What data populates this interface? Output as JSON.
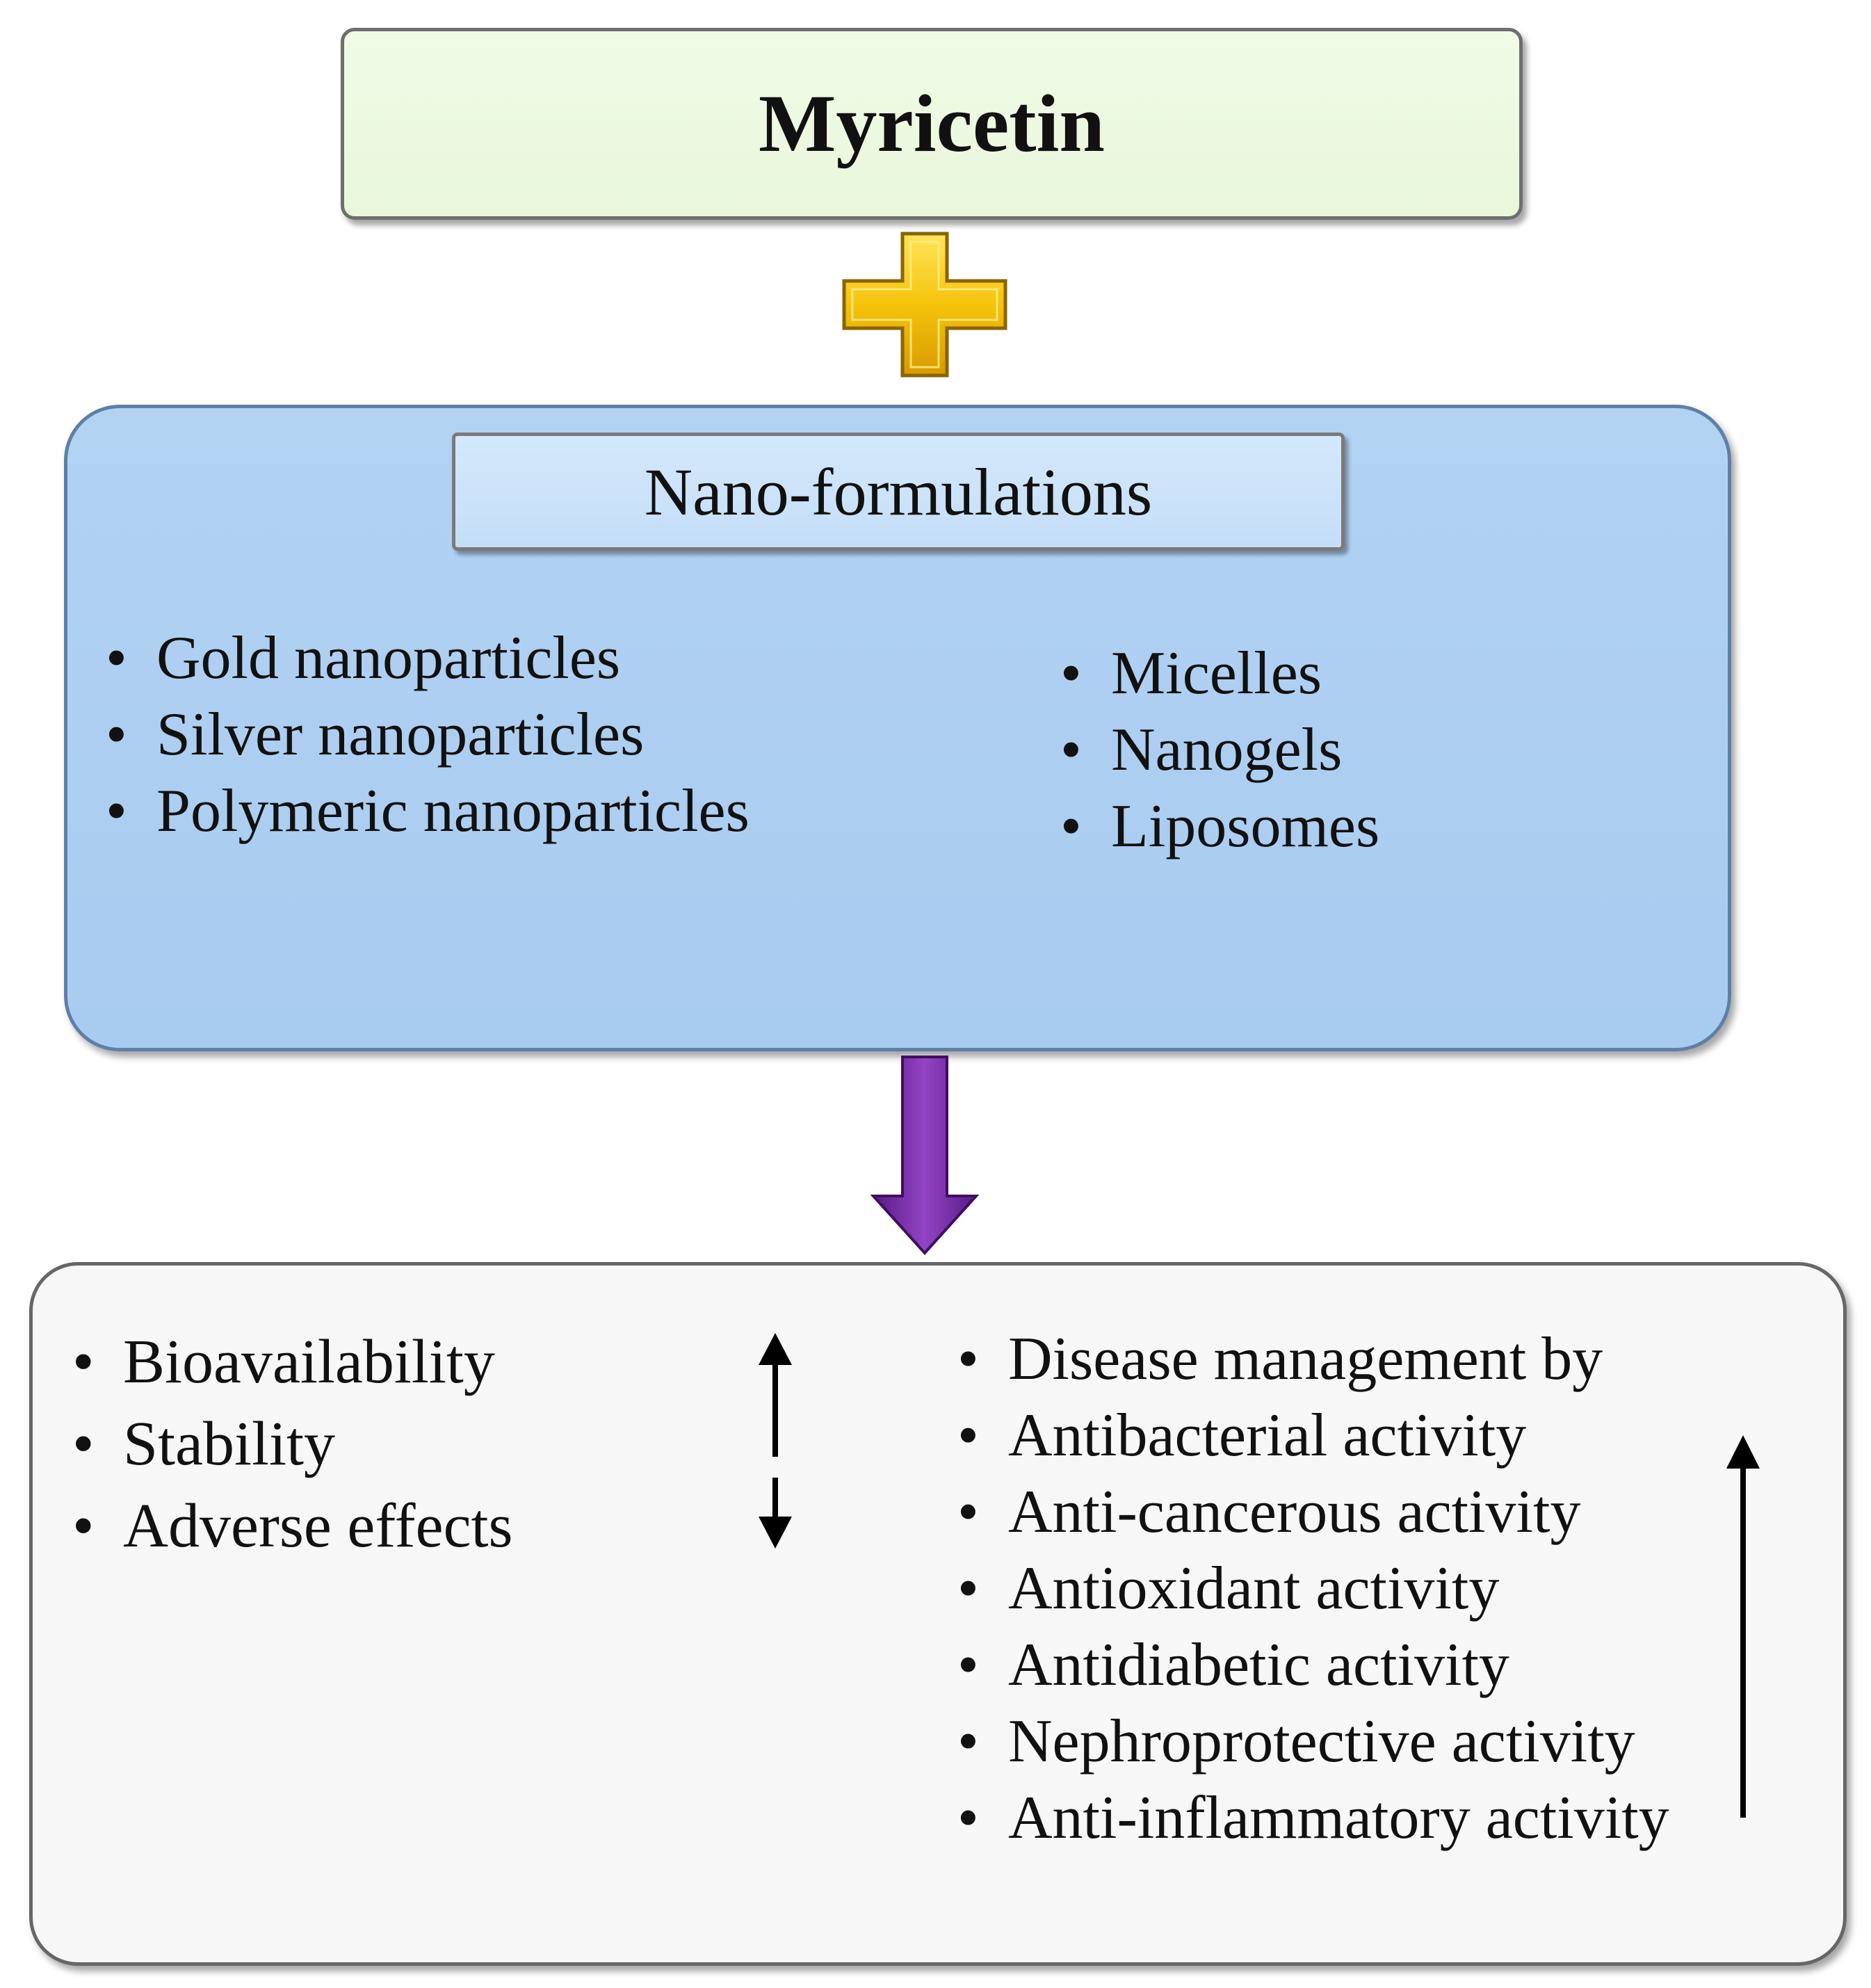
{
  "title": "Myricetin",
  "nano": {
    "header": "Nano-formulations",
    "left_items": [
      "Gold nanoparticles",
      "Silver nanoparticles",
      "Polymeric nanoparticles"
    ],
    "right_items": [
      "Micelles",
      "Nanogels",
      "Liposomes"
    ]
  },
  "outcomes": {
    "left_items": [
      "Bioavailability",
      "Stability",
      "Adverse effects"
    ],
    "right_items": [
      "Disease management by",
      "Antibacterial activity",
      "Anti-cancerous activity",
      "Antioxidant activity",
      "Antidiabetic activity",
      "Nephroprotective activity",
      "Anti-inflammatory activity"
    ]
  },
  "colors": {
    "plus": "#f2c20a",
    "down_arrow": "#7a2ea8",
    "nano_box": "#a8cbf0",
    "title_box": "#e9f7dc"
  }
}
